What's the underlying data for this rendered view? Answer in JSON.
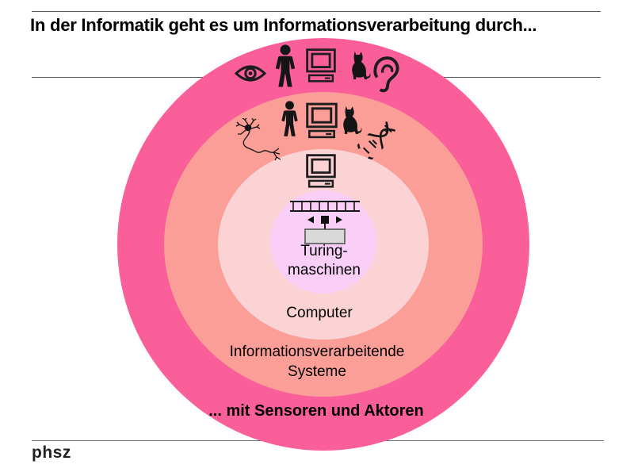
{
  "slide": {
    "title": "In der Informatik geht es um Informationsverarbeitung durch...",
    "footer": {
      "logo": "phsz"
    }
  },
  "diagram": {
    "type": "concentric-circles",
    "rings": [
      {
        "id": "sensoren-aktoren",
        "label": "... mit Sensoren und Aktoren",
        "color": "#fa5f9a",
        "icons": [
          "eye-icon",
          "person-icon",
          "computer-icon",
          "cat-icon",
          "ear-icon"
        ]
      },
      {
        "id": "informationsverarbeitende-systeme",
        "label_lines": [
          "Informationsverarbeitende",
          "Systeme"
        ],
        "color": "#fa9e97",
        "icons": [
          "neuron-icon",
          "person-icon",
          "computer-icon",
          "cat-icon",
          "dna-icon"
        ]
      },
      {
        "id": "computer",
        "label": "Computer",
        "color": "#fcd3d4",
        "icons": [
          "computer-icon"
        ]
      },
      {
        "id": "turingmaschinen",
        "label_lines": [
          "Turing-",
          "maschinen"
        ],
        "color": "#f9cff8",
        "icons": [
          "turing-machine-icon"
        ]
      }
    ]
  }
}
